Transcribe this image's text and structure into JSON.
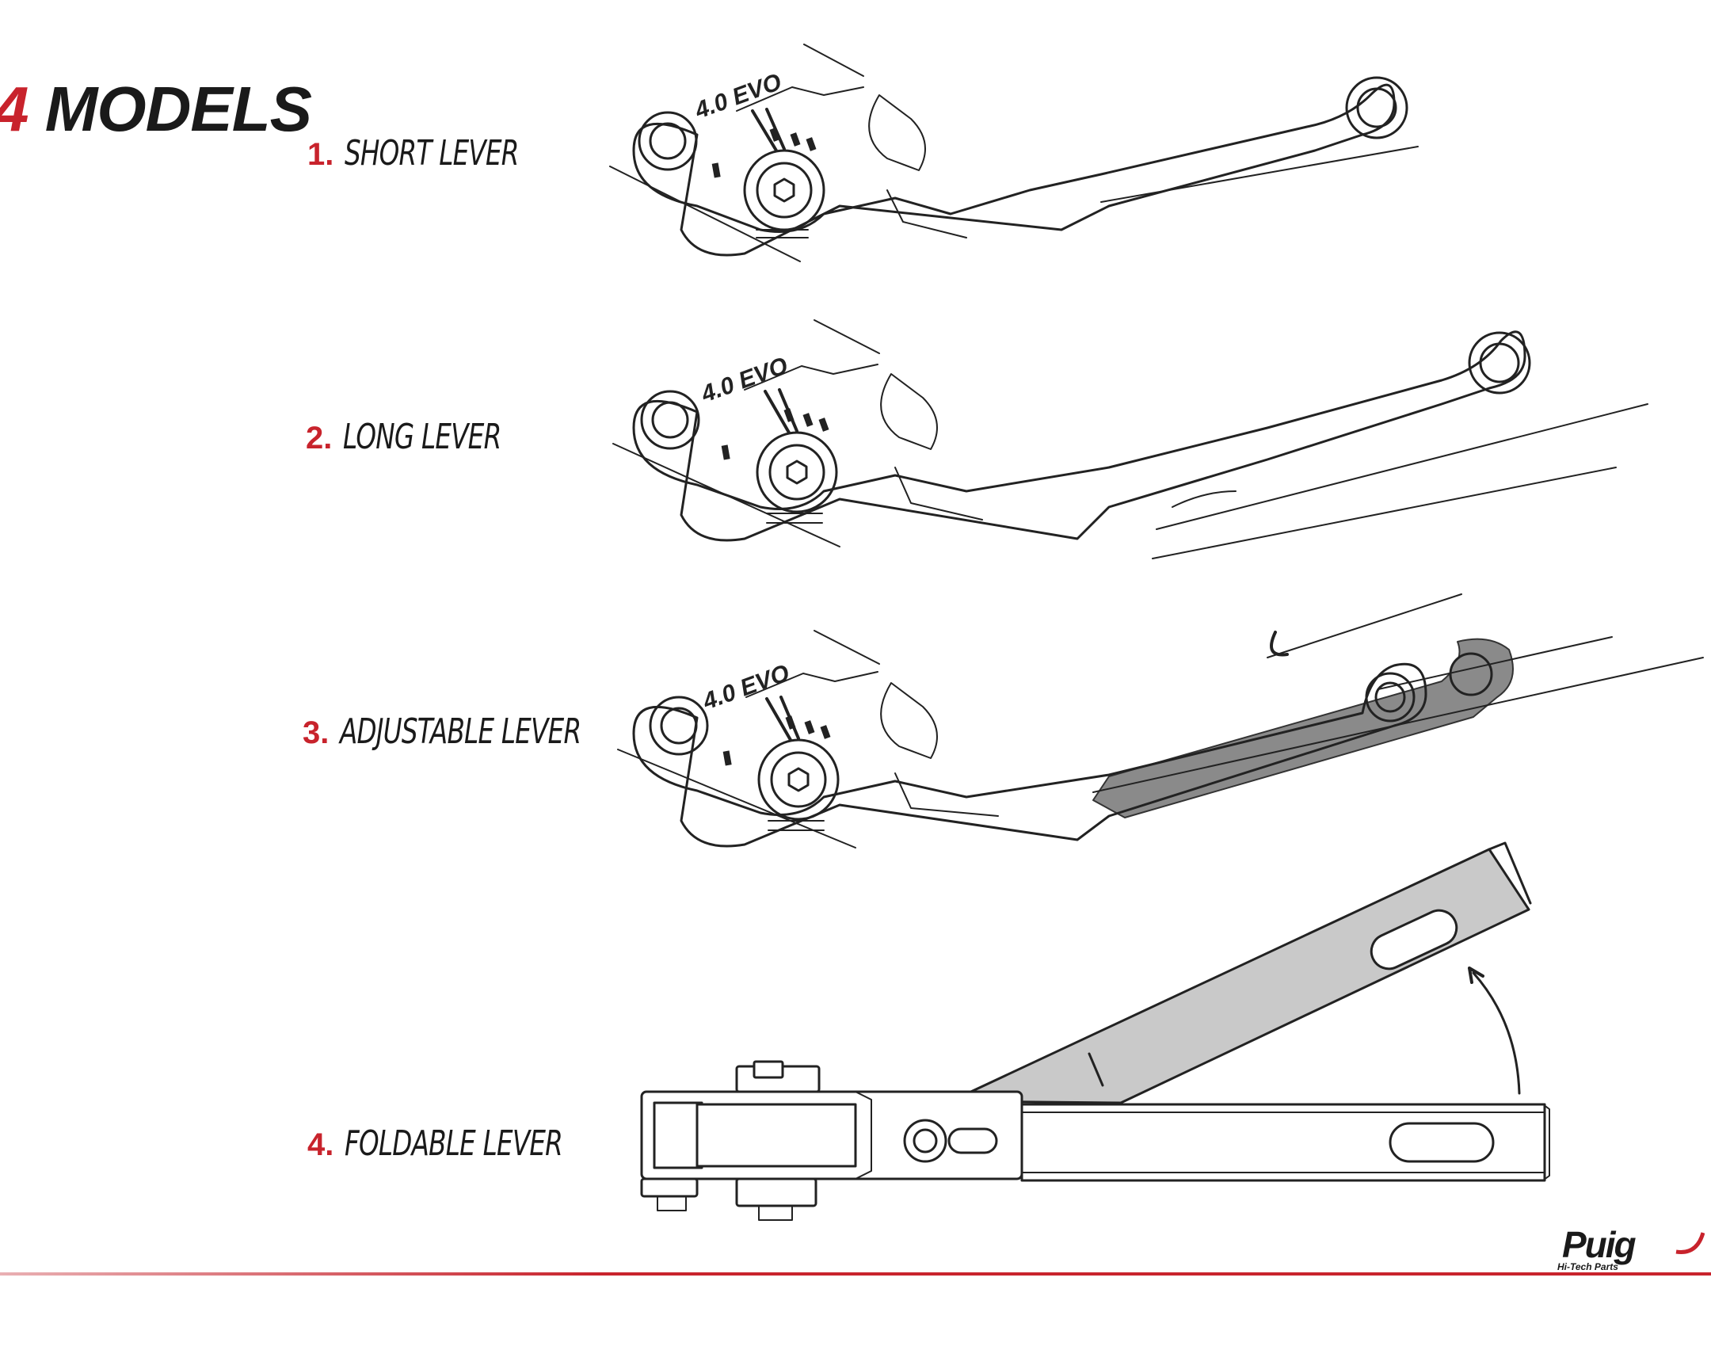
{
  "page": {
    "title_number": "4",
    "title_text": " MODELS"
  },
  "models": [
    {
      "number": "1.",
      "label": "SHORT LEVER"
    },
    {
      "number": "2.",
      "label": "LONG LEVER"
    },
    {
      "number": "3.",
      "label": "ADJUSTABLE LEVER"
    },
    {
      "number": "4.",
      "label": "FOLDABLE LEVER"
    }
  ],
  "lever_marking": "4.0 EVO",
  "brand": {
    "name": "Puig",
    "tagline": "Hi-Tech Parts"
  },
  "colors": {
    "accent": "#c8232c",
    "text": "#1a1a1a",
    "line": "#222222",
    "shade": "#8a8a8a"
  }
}
